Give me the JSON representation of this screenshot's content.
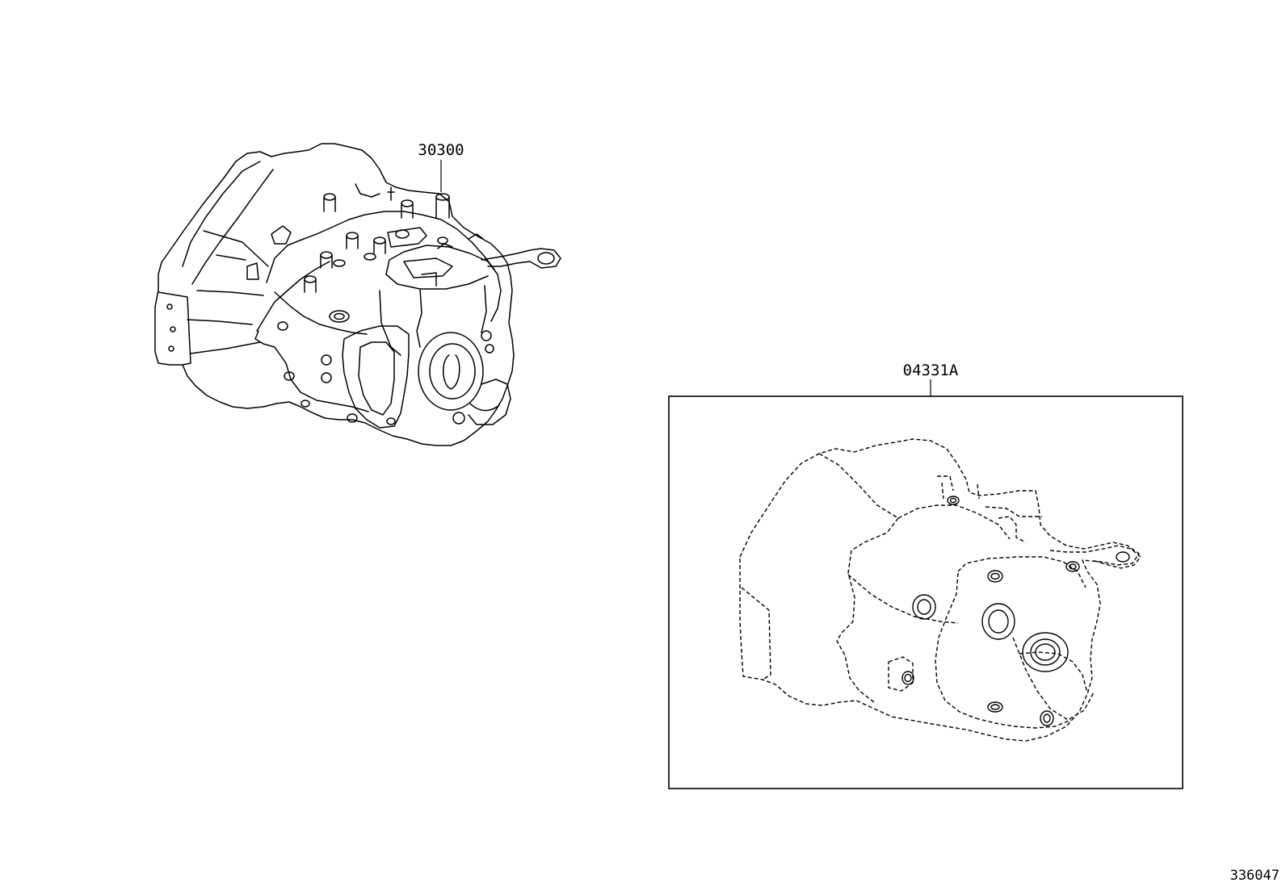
{
  "parts": {
    "transaxle_assy": {
      "part_number": "30300"
    },
    "gasket_kit": {
      "part_number": "04331A"
    }
  },
  "diagram_id": "336047",
  "colors": {
    "line": "#000000",
    "background": "#ffffff"
  }
}
